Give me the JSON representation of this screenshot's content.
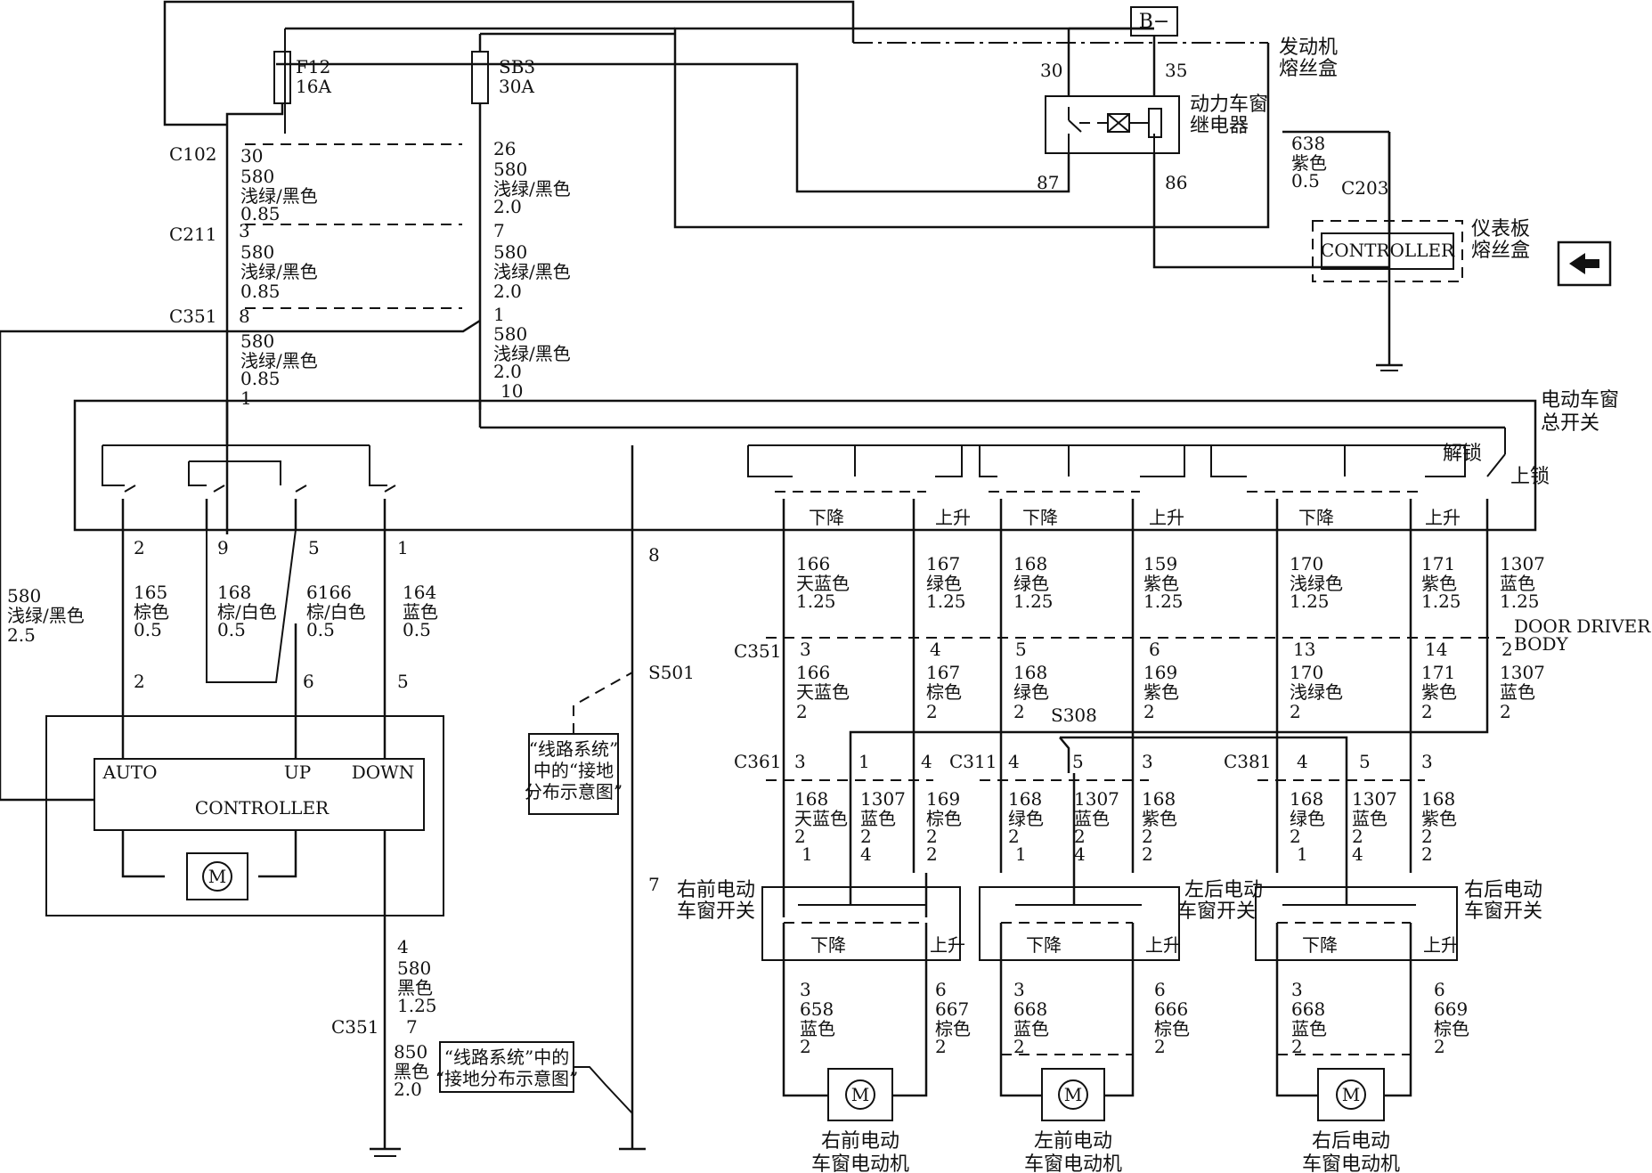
{
  "labels": {
    "b_minus": "B−",
    "engine_fusebox_1": "发动机",
    "engine_fusebox_2": "熔丝盒",
    "relay_1": "动力车窗",
    "relay_2": "继电器",
    "fuse_f12_name": "F12",
    "fuse_f12_rating": "16A",
    "fuse_sb3_name": "SB3",
    "fuse_sb3_rating": "30A",
    "relay_pin_30": "30",
    "relay_pin_35": "35",
    "relay_pin_87": "87",
    "relay_pin_86": "86",
    "panel_wire_num": "638",
    "panel_wire_color": "紫色",
    "panel_wire_size": "0.5",
    "c203": "C203",
    "panel_controller": "CONTROLLER",
    "panel_fusebox_1": "仪表板",
    "panel_fusebox_2": "熔丝盒",
    "master_switch_1": "电动车窗",
    "master_switch_2": "总开关",
    "unlock": "解锁",
    "lock": "上锁",
    "down": "下降",
    "up": "上升",
    "door_driver_1": "DOOR DRIVER",
    "door_driver_2": "BODY",
    "s501": "S501",
    "s308": "S308",
    "ground_note_1_a": "“线路系统”",
    "ground_note_1_b": "中的“接地",
    "ground_note_1_c": "分布示意图”",
    "ground_note_2_a": "“线路系统”中的",
    "ground_note_2_b": "“接地分布示意图”",
    "driver_controller": "CONTROLLER",
    "auto": "AUTO",
    "up_en": "UP",
    "down_en": "DOWN",
    "motor_symbol": "M",
    "rf_switch_1": "右前电动",
    "rf_switch_2": "车窗开关",
    "lr_switch_1": "左后电动",
    "lr_switch_2": "车窗开关",
    "rr_switch_1": "右后电动",
    "rr_switch_2": "车窗开关",
    "rf_motor_1": "右前电动",
    "rf_motor_2": "车窗电动机",
    "lf_motor_1": "左前电动",
    "lf_motor_2": "车窗电动机",
    "rr_motor_1": "右后电动",
    "rr_motor_2": "车窗电动机"
  },
  "connectors": {
    "c102": "C102",
    "c211": "C211",
    "c351": "C351",
    "c361": "C361",
    "c311": "C311",
    "c381": "C381",
    "c351_b": "C351"
  },
  "pins": {
    "c102_30": "30",
    "c102_26": "26",
    "c211_3": "3",
    "c211_7": "7",
    "c351_8": "8",
    "c351_1": "1",
    "ms_1": "1",
    "ms_10": "10",
    "ms_2": "2",
    "ms_9": "9",
    "ms_5": "5",
    "ms_1b": "1",
    "ms_8": "8",
    "ctl_2": "2",
    "ctl_6": "6",
    "ctl_5": "5",
    "ctl_4": "4",
    "c351_7": "7",
    "s501_7": "7",
    "c351_3": "3",
    "c351_4": "4",
    "c351_5": "5",
    "c351_6": "6",
    "c351_13": "13",
    "c351_14": "14",
    "c351_2": "2",
    "c361_3": "3",
    "c361_1": "1",
    "c361_4": "4",
    "c311_4": "4",
    "c311_5": "5",
    "c311_3": "3",
    "c381_4": "4",
    "c381_5": "5",
    "c381_3": "3",
    "sw_rf_1": "1",
    "sw_rf_4": "4",
    "sw_rf_2": "2",
    "sw_lr_1": "1",
    "sw_lr_4": "4",
    "sw_lr_2": "2",
    "sw_rr_1": "1",
    "sw_rr_4": "4",
    "sw_rr_2": "2",
    "m_rf_3": "3",
    "m_rf_6": "6",
    "m_lf_3": "3",
    "m_lf_6": "6",
    "m_rr_3": "3",
    "m_rr_6": "6"
  },
  "wires": {
    "w1_num": "580",
    "w1_color": "浅绿/黑色",
    "w1_size": "0.85",
    "w2_num": "580",
    "w2_color": "浅绿/黑色",
    "w2_size": "2.0",
    "w3_num": "580",
    "w3_color": "浅绿/黑色",
    "w3_size": "0.85",
    "w4_num": "580",
    "w4_color": "浅绿/黑色",
    "w4_size": "2.0",
    "w5_num": "580",
    "w5_color": "浅绿/黑色",
    "w5_size": "0.85",
    "w6_num": "580",
    "w6_color": "浅绿/黑色",
    "w6_size": "2.0",
    "w7_num": "580",
    "w7_color": "浅绿/黑色",
    "w7_size": "2.5",
    "w8_num": "165",
    "w8_color": "棕色",
    "w8_size": "0.5",
    "w9_num": "168",
    "w9_color": "棕/白色",
    "w9_size": "0.5",
    "w10_num": "6166",
    "w10_color": "棕/白色",
    "w10_size": "0.5",
    "w11_num": "164",
    "w11_color": "蓝色",
    "w11_size": "0.5",
    "w12_num": "580",
    "w12_color": "黑色",
    "w12_size": "1.25",
    "w13_num": "850",
    "w13_color": "黑色",
    "w13_size": "2.0",
    "t1_num": "166",
    "t1_color": "天蓝色",
    "t1_size": "1.25",
    "t2_num": "167",
    "t2_color": "绿色",
    "t2_size": "1.25",
    "t3_num": "168",
    "t3_color": "绿色",
    "t3_size": "1.25",
    "t4_num": "159",
    "t4_color": "紫色",
    "t4_size": "1.25",
    "t5_num": "170",
    "t5_color": "浅绿色",
    "t5_size": "1.25",
    "t6_num": "171",
    "t6_color": "紫色",
    "t6_size": "1.25",
    "t7_num": "1307",
    "t7_color": "蓝色",
    "t7_size": "1.25",
    "m1_num": "166",
    "m1_color": "天蓝色",
    "m1_size": "2",
    "m2_num": "167",
    "m2_color": "棕色",
    "m2_size": "2",
    "m3_num": "168",
    "m3_color": "绿色",
    "m3_size": "2",
    "m4_num": "169",
    "m4_color": "紫色",
    "m4_size": "2",
    "m5_num": "170",
    "m5_color": "浅绿色",
    "m5_size": "2",
    "m6_num": "171",
    "m6_color": "紫色",
    "m6_size": "2",
    "m7_num": "1307",
    "m7_color": "蓝色",
    "m7_size": "2",
    "b1_num": "168",
    "b1_color": "天蓝色",
    "b1_size": "2",
    "b2_num": "1307",
    "b2_color": "蓝色",
    "b2_size": "2",
    "b3_num": "169",
    "b3_color": "棕色",
    "b3_size": "2",
    "b4_num": "168",
    "b4_color": "绿色",
    "b4_size": "2",
    "b5_num": "1307",
    "b5_color": "蓝色",
    "b5_size": "2",
    "b6_num": "168",
    "b6_color": "紫色",
    "b6_size": "2",
    "b7_num": "168",
    "b7_color": "绿色",
    "b7_size": "2",
    "b8_num": "1307",
    "b8_color": "蓝色",
    "b8_size": "2",
    "b9_num": "168",
    "b9_color": "紫色",
    "b9_size": "2",
    "o1_num": "658",
    "o1_color": "蓝色",
    "o1_size": "2",
    "o2_num": "667",
    "o2_color": "棕色",
    "o2_size": "2",
    "o3_num": "668",
    "o3_color": "蓝色",
    "o3_size": "2",
    "o4_num": "666",
    "o4_color": "棕色",
    "o4_size": "2",
    "o5_num": "668",
    "o5_color": "蓝色",
    "o5_size": "2",
    "o6_num": "669",
    "o6_color": "棕色",
    "o6_size": "2"
  }
}
